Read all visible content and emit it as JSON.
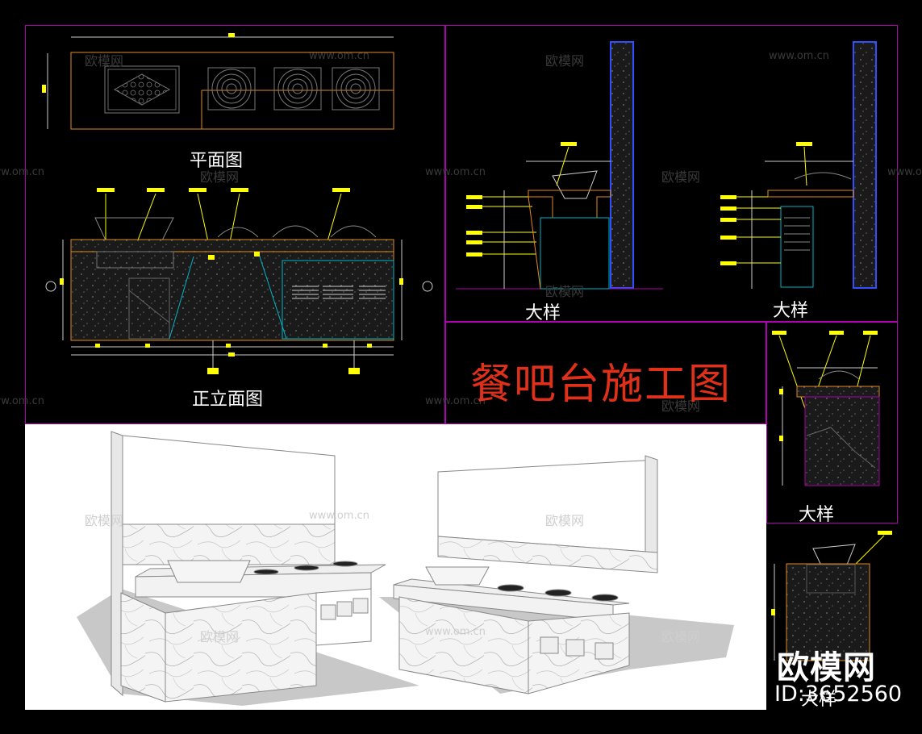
{
  "drawing": {
    "title": "餐吧台施工图",
    "views": {
      "plan": "平面图",
      "front_elevation": "正立面图",
      "detail_1": "大样",
      "detail_2": "大样",
      "detail_3": "大样",
      "detail_4": "大样"
    }
  },
  "watermarks": {
    "brand": "欧模网",
    "url": "www.om.cn",
    "url_fragment": "www.om.cn"
  },
  "brand_badge": {
    "logo_text": "欧模网",
    "id_text": "ID:3652560"
  },
  "colors": {
    "background": "#000000",
    "frame": "#b000b0",
    "outline": "#e08a1e",
    "dimension": "#ffff00",
    "section_cyan": "#00b4c8",
    "wall_blue": "#3050ff",
    "title_red": "#e0301a",
    "render_bg": "#ffffff"
  }
}
